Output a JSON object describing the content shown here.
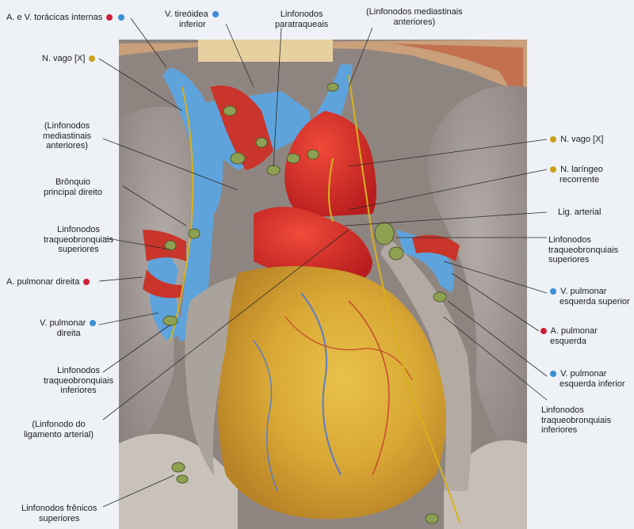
{
  "colors": {
    "artery": "#cc1e3a",
    "vein": "#3a8fd6",
    "nerve": "#c9a21a",
    "background": "#eef1f6",
    "leader": "#2a2a2a"
  },
  "labels": {
    "l1": {
      "text": "A. e V. torácicas internas",
      "dots": [
        "artery",
        "vein"
      ]
    },
    "l2": {
      "text": "N. vago [X]",
      "dots": [
        "nerve"
      ]
    },
    "l3": {
      "lines": [
        "(Linfonodos",
        "mediastinais",
        "anteriores)"
      ]
    },
    "l4": {
      "lines": [
        "Brônquio",
        "principal direito"
      ]
    },
    "l5": {
      "lines": [
        "Linfonodos",
        "traqueobronquiais",
        "superiores"
      ]
    },
    "l6": {
      "text": "A. pulmonar direita",
      "dots": [
        "artery"
      ]
    },
    "l7": {
      "lines": [
        "V. pulmonar",
        "direita"
      ],
      "dots": [
        "vein"
      ]
    },
    "l8": {
      "lines": [
        "Linfonodos",
        "traqueobronquiais",
        "inferiores"
      ]
    },
    "l9": {
      "lines": [
        "(Linfonodo do",
        "ligamento arterial)"
      ]
    },
    "l10": {
      "lines": [
        "Linfonodos frênicos",
        "superiores"
      ]
    },
    "t1": {
      "lines": [
        "V. tireóidea",
        "inferior"
      ],
      "dots": [
        "vein"
      ]
    },
    "t2": {
      "lines": [
        "Linfonodos",
        "paratraqueais"
      ]
    },
    "t3": {
      "lines": [
        "(Linfonodos mediastinais",
        "anteriores)"
      ]
    },
    "r1": {
      "text": "N. vago [X]",
      "dots": [
        "nerve"
      ]
    },
    "r2": {
      "lines": [
        "N. laríngeo",
        "recorrente"
      ],
      "dots": [
        "nerve"
      ]
    },
    "r3": {
      "text": "Lig. arterial"
    },
    "r4": {
      "lines": [
        "Linfonodos",
        "traqueobronquiais",
        "superiores"
      ]
    },
    "r5": {
      "lines": [
        "V. pulmonar",
        "esquerda superior"
      ],
      "dots": [
        "vein"
      ]
    },
    "r6": {
      "lines": [
        "A. pulmonar",
        "esquerda"
      ],
      "dots": [
        "artery"
      ]
    },
    "r7": {
      "lines": [
        "V. pulmonar",
        "esquerda inferior"
      ],
      "dots": [
        "vein"
      ]
    },
    "r8": {
      "lines": [
        "Linfonodos",
        "traqueobronquiais",
        "inferiores"
      ]
    }
  }
}
